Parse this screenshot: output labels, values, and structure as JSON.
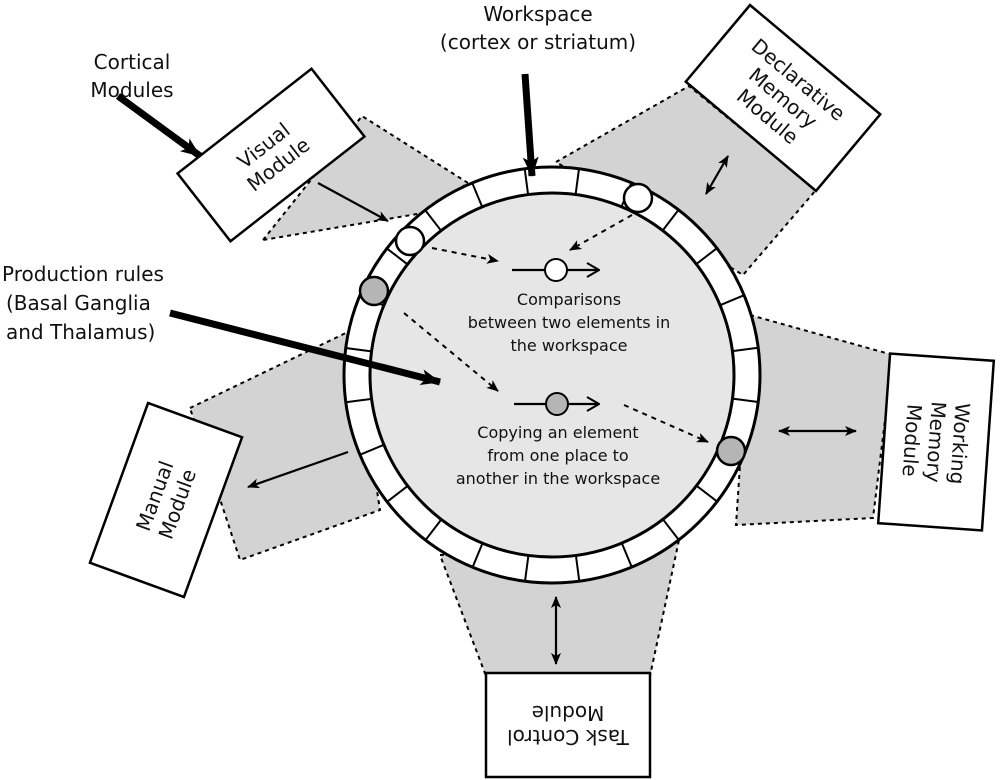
{
  "colors": {
    "region_fill": "#d3d3d3",
    "workspace_fill": "#e6e6e6",
    "stroke": "#000000",
    "filled_element": "#b5b5b5",
    "empty_element": "#ffffff"
  },
  "labels": {
    "workspace": [
      "Workspace",
      "(cortex or striatum)"
    ],
    "cortical": [
      "Cortical",
      "Modules"
    ],
    "production": [
      "Production rules",
      "(Basal Ganglia",
      "and Thalamus)"
    ]
  },
  "modules": {
    "visual": [
      "Visual",
      "Module"
    ],
    "declarative": [
      "Declarative",
      "Memory",
      "Module"
    ],
    "working": [
      "Working",
      "Memory",
      "Module"
    ],
    "task": [
      "Task Control",
      "Module"
    ],
    "manual": [
      "Manual",
      "Module"
    ]
  },
  "captions": {
    "comparisons": [
      "Comparisons",
      "between two elements in",
      "the workspace"
    ],
    "copying": [
      "Copying an element",
      "from one place to",
      "another in the workspace"
    ]
  },
  "icons": {
    "element_marker": "circle-icon",
    "bidirectional": "double-arrow-icon",
    "pointer": "arrow-icon"
  }
}
